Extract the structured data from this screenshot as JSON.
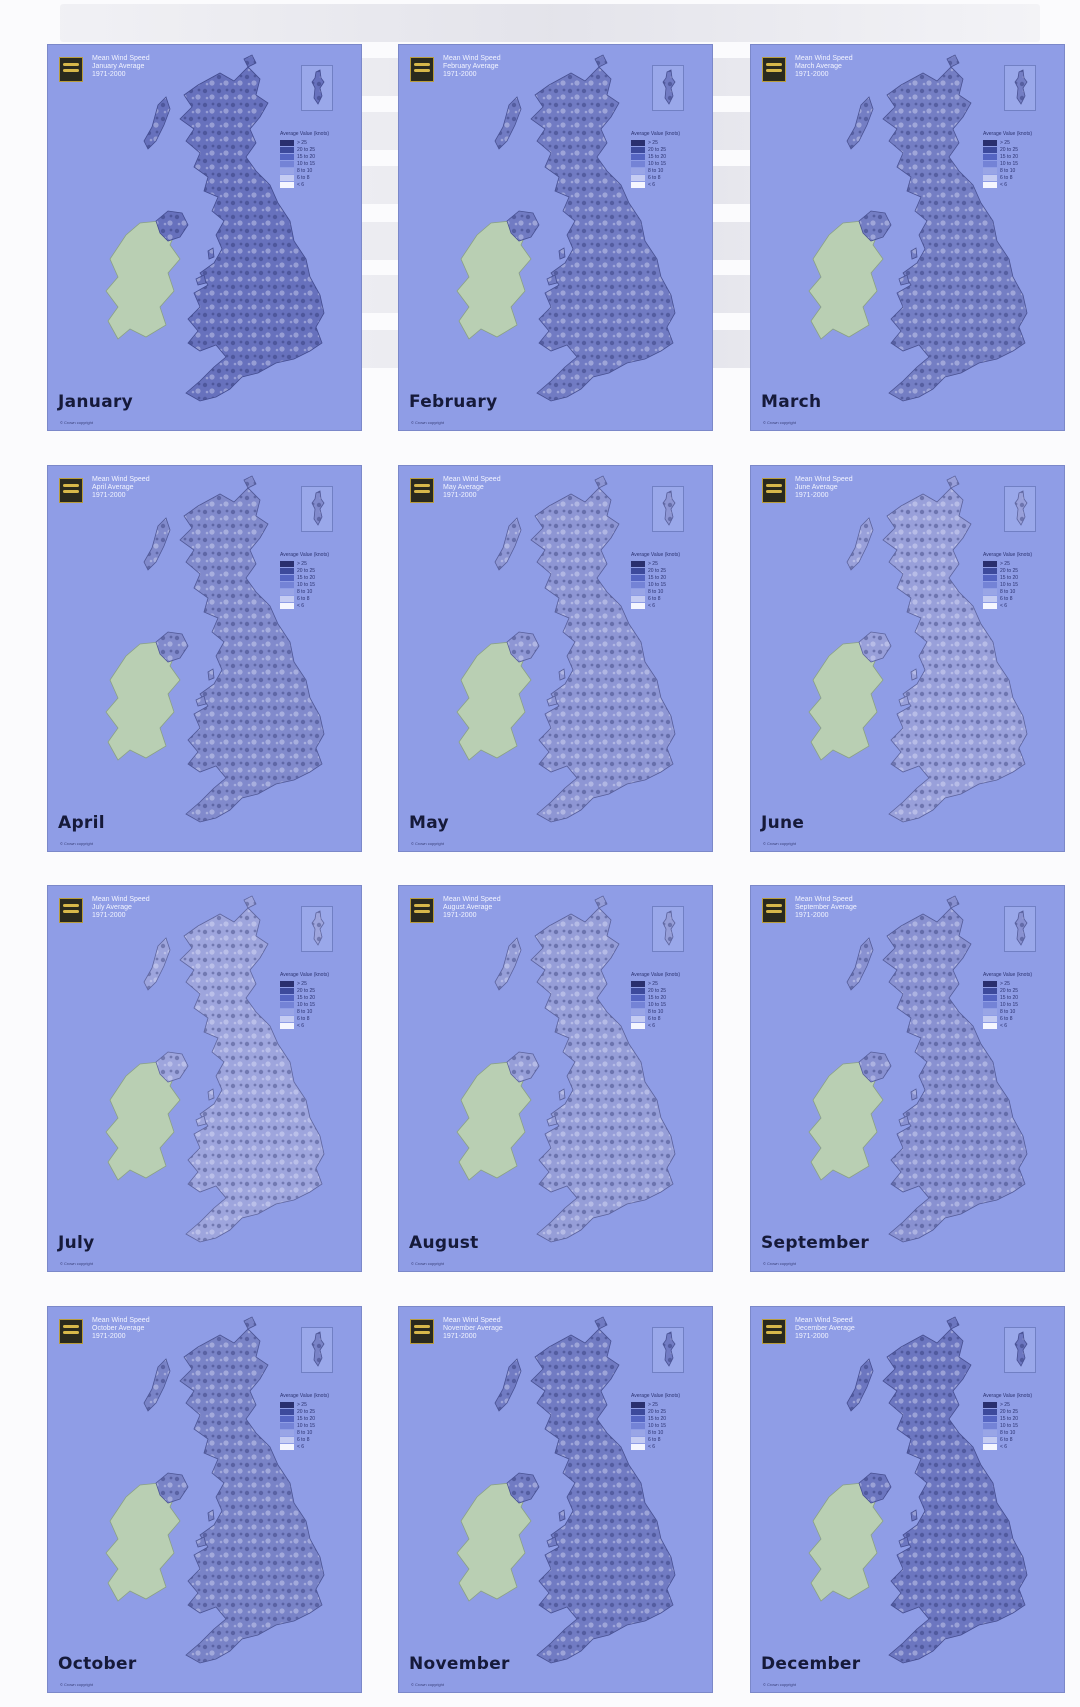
{
  "panels": [
    {
      "month": "January",
      "title": [
        "Mean Wind Speed",
        "January Average",
        "1971-2000"
      ],
      "shade": 0.7
    },
    {
      "month": "February",
      "title": [
        "Mean Wind Speed",
        "February Average",
        "1971-2000"
      ],
      "shade": 0.62
    },
    {
      "month": "March",
      "title": [
        "Mean Wind Speed",
        "March Average",
        "1971-2000"
      ],
      "shade": 0.6
    },
    {
      "month": "April",
      "title": [
        "Mean Wind Speed",
        "April Average",
        "1971-2000"
      ],
      "shade": 0.5
    },
    {
      "month": "May",
      "title": [
        "Mean Wind Speed",
        "May Average",
        "1971-2000"
      ],
      "shade": 0.4
    },
    {
      "month": "June",
      "title": [
        "Mean Wind Speed",
        "June Average",
        "1971-2000"
      ],
      "shade": 0.32
    },
    {
      "month": "July",
      "title": [
        "Mean Wind Speed",
        "July Average",
        "1971-2000"
      ],
      "shade": 0.28
    },
    {
      "month": "August",
      "title": [
        "Mean Wind Speed",
        "August Average",
        "1971-2000"
      ],
      "shade": 0.34
    },
    {
      "month": "September",
      "title": [
        "Mean Wind Speed",
        "September Average",
        "1971-2000"
      ],
      "shade": 0.44
    },
    {
      "month": "October",
      "title": [
        "Mean Wind Speed",
        "October Average",
        "1971-2000"
      ],
      "shade": 0.56
    },
    {
      "month": "November",
      "title": [
        "Mean Wind Speed",
        "November Average",
        "1971-2000"
      ],
      "shade": 0.62
    },
    {
      "month": "December",
      "title": [
        "Mean Wind Speed",
        "December Average",
        "1971-2000"
      ],
      "shade": 0.66
    }
  ],
  "legend": {
    "title": "Average Value (knots)",
    "items": [
      {
        "label": "> 25",
        "color": "#2a2f6e"
      },
      {
        "label": "20 to 25",
        "color": "#3d4a9c"
      },
      {
        "label": "15 to 20",
        "color": "#5565c2"
      },
      {
        "label": "10 to 15",
        "color": "#7483d6"
      },
      {
        "label": "8 to 10",
        "color": "#99a5e6"
      },
      {
        "label": "6 to 8",
        "color": "#c5ccf3"
      },
      {
        "label": "< 6",
        "color": "#f5f6ff"
      }
    ]
  },
  "copyright": "© Crown copyright",
  "colors": {
    "sea": "#8f9de6",
    "ireland": "#b9cfb3",
    "land_dark": "#3f4ca6",
    "land_light": "#c3c8f2"
  }
}
